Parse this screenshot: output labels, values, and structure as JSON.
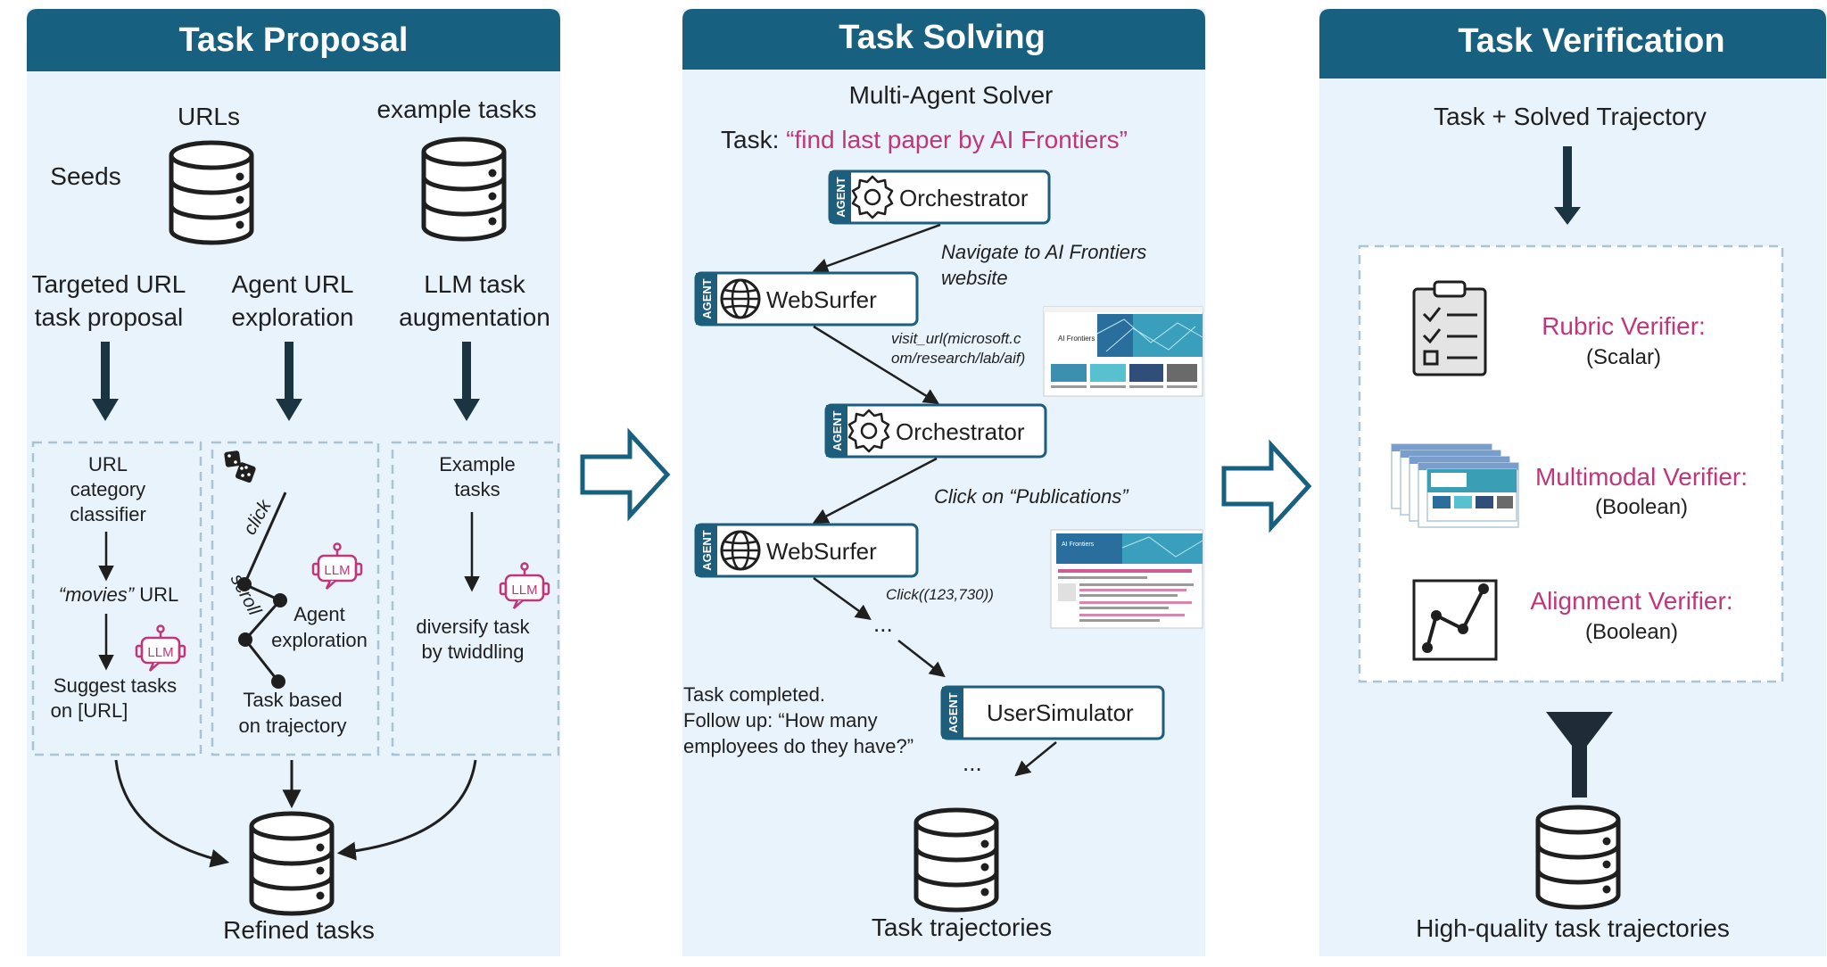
{
  "colors": {
    "header": "#17607f",
    "panel_bg": "#e9f3fb",
    "accent_pink": "#c0367a",
    "ink": "#1f1f1f",
    "agent_box": "#1d5e7c"
  },
  "proposal": {
    "title": "Task Proposal",
    "seeds_label": "Seeds",
    "urls_label": "URLs",
    "example_tasks_label": "example tasks",
    "col1_line1": "Targeted URL",
    "col1_line2": "task proposal",
    "col2_line1": "Agent URL",
    "col2_line2": "exploration",
    "col3_line1": "LLM task",
    "col3_line2": "augmentation",
    "box1": {
      "line1": "URL",
      "line2": "category",
      "line3": "classifier",
      "movies_word": "“movies”",
      "movies_rest": " URL",
      "suggest_line1": "Suggest tasks",
      "suggest_line2": "on [URL]"
    },
    "box2": {
      "click": "click",
      "scroll": "scroll",
      "agent_line1": "Agent",
      "agent_line2": "exploration",
      "task_line1": "Task based",
      "task_line2": "on trajectory"
    },
    "box3": {
      "line1": "Example",
      "line2": "tasks",
      "div_line1": "diversify task",
      "div_line2": "by twiddling"
    },
    "llm_badge": "LLM",
    "refined_label": "Refined tasks"
  },
  "solving": {
    "title": "Task Solving",
    "solver_label": "Multi-Agent Solver",
    "task_prefix": "Task: ",
    "task_text": "“find last paper by AI Frontiers”",
    "agent_tag": "AGENT",
    "orchestrator": "Orchestrator",
    "websurfer": "WebSurfer",
    "usersim": "UserSimulator",
    "nav_line1": "Navigate to AI Frontiers",
    "nav_line2": "website",
    "visit_line1": "visit_url(microsoft.c",
    "visit_line2": "om/research/lab/aif)",
    "click_pub": "Click on “Publications”",
    "click_coord": "Click((123,730))",
    "ellipsis": "...",
    "done_line1": "Task completed.",
    "done_line2": "Follow up: “How many",
    "done_line3": "employees do they have?”",
    "traj_label": "Task trajectories",
    "thumb_title": "AI Frontiers"
  },
  "verification": {
    "title": "Task Verification",
    "input_label": "Task + Solved Trajectory",
    "rubric_name": "Rubric Verifier:",
    "rubric_type": "(Scalar)",
    "mm_name": "Multimodal Verifier:",
    "mm_type": "(Boolean)",
    "align_name": "Alignment Verifier:",
    "align_type": "(Boolean)",
    "output_label": "High-quality task trajectories"
  }
}
